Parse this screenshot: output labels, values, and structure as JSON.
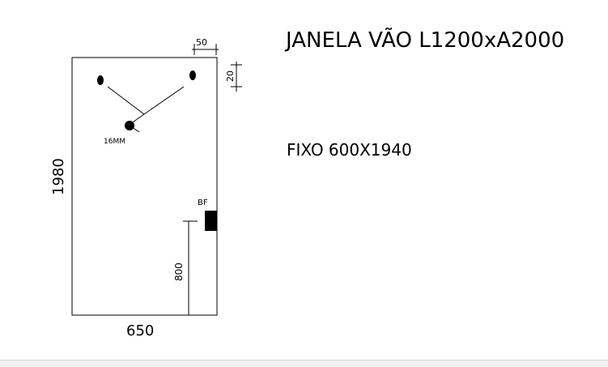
{
  "title": "JANELA VÃO L1200xA2000",
  "subtitle": "FIXO 600X1940",
  "dimensions": {
    "top_offset": "50",
    "right_offset": "20",
    "height": "1980",
    "width": "650",
    "handle_height": "800"
  },
  "labels": {
    "hole": "16MM",
    "fitting": "BF"
  }
}
